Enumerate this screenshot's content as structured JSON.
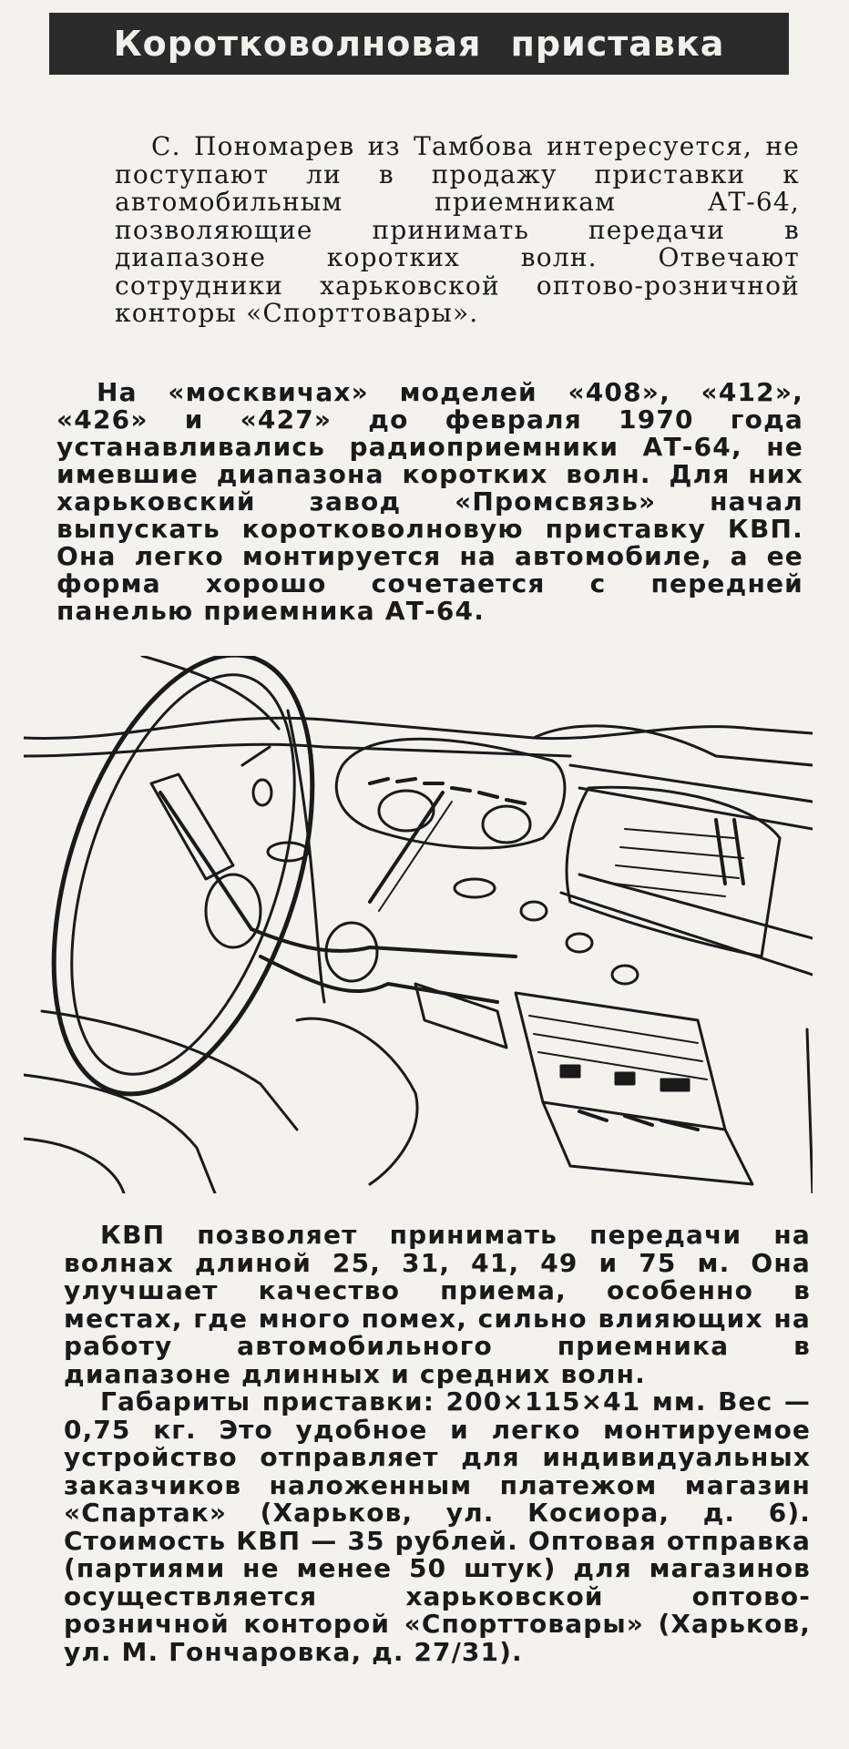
{
  "article": {
    "title": "Коротковолновая приставка",
    "lead": "С. Пономарев из Тамбова интересуется, не поступают ли в продажу приставки к автомобильным приемникам АТ-64, позволяющие принимать передачи в диапазоне коротких волн. Отвечают сотрудники харьковской оптово-розничной конторы «Спорттовары».",
    "paragraph_1": "На «москвичах» моделей «408», «412», «426» и «427» до февраля 1970 года устанавливались радиоприемники АТ-64, не имевшие диапазона коротких волн. Для них харьковский завод «Промсвязь» начал выпускать коротковолновую приставку КВП. Она легко монтируется на автомобиле, а ее форма хорошо сочетается с передней панелью приемника АТ-64.",
    "paragraph_2": "КВП позволяет принимать передачи на волнах длиной 25, 31, 41, 49 и 75 м. Она улучшает качество приема, особенно в местах, где много помех, сильно влияющих на работу автомобильного приемника в диапазоне длинных и средних волн.",
    "paragraph_3": "Габариты приставки: 200×115×41 мм. Вес — 0,75 кг. Это удобное и легко монтируемое устройство отправляет для индивидуальных заказчиков наложенным платежом магазин «Спартак» (Харьков, ул. Косиора, д. 6). Стоимость КВП — 35 рублей. Оптовая отправка (партиями не менее 50 штук) для магазинов осуществляется харьковской оптово-розничной конторой «Спорттовары» (Харьков, ул. М. Гончаровка, д. 27/31)."
  },
  "colors": {
    "paper": "#f4f2ec",
    "ink": "#1a1a1a",
    "title_bar": "#2b2b2b",
    "title_text": "#f1f1ec"
  },
  "illustration": {
    "icon": "car-dashboard-drawing-icon"
  }
}
